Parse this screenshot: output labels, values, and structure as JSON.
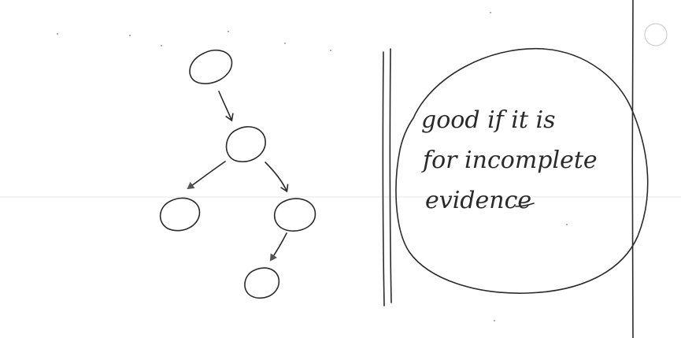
{
  "sheet": {
    "ink_color": "#2a2a2a",
    "paper_color": "#ffffff",
    "guide_line_color": "#e6e6e6"
  },
  "tree": {
    "node_count": 5,
    "edge_count": 4
  },
  "note": {
    "lines": [
      "good if it is",
      "for incomplete",
      "evidence"
    ]
  }
}
